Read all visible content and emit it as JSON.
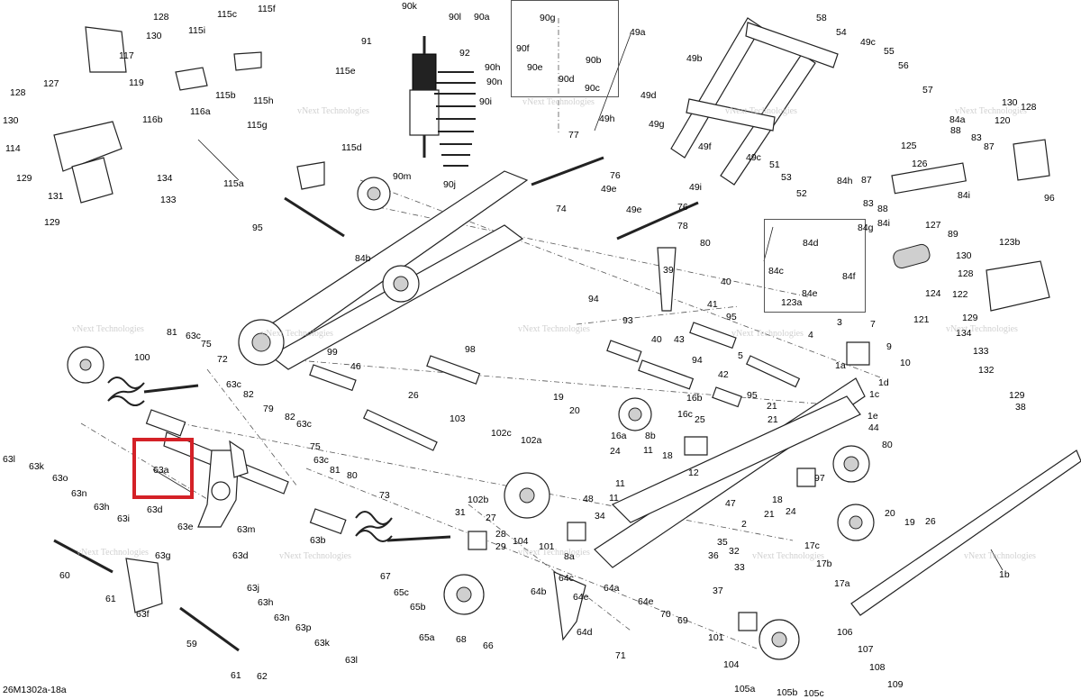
{
  "diagram_code": "26M1302a-18a",
  "watermark": "vNext Technologies",
  "highlight_color": "#d42127",
  "highlighted_part": "63a",
  "labels": [
    "128",
    "130",
    "119",
    "117",
    "116a",
    "116b",
    "115c",
    "115i",
    "115b",
    "115h",
    "115f",
    "115g",
    "115e",
    "115d",
    "115a",
    "127",
    "128",
    "130",
    "114",
    "129",
    "131",
    "134",
    "133",
    "129",
    "91",
    "90k",
    "90l",
    "90a",
    "92",
    "90h",
    "90n",
    "90i",
    "90m",
    "90j",
    "90g",
    "90f",
    "90e",
    "90d",
    "90b",
    "90c",
    "49a",
    "49b",
    "58",
    "54",
    "49c",
    "55",
    "56",
    "57",
    "49h",
    "49g",
    "49d",
    "49f",
    "49c",
    "51",
    "53",
    "52",
    "77",
    "76",
    "49e",
    "49i",
    "74",
    "76",
    "49e",
    "78",
    "80",
    "88",
    "83",
    "87",
    "84a",
    "130",
    "128",
    "120",
    "125",
    "126",
    "84i",
    "87",
    "83",
    "88",
    "84h",
    "89",
    "84i",
    "127",
    "96",
    "95",
    "84b",
    "84g",
    "84d",
    "84c",
    "84f",
    "84e",
    "123a",
    "130",
    "128",
    "123b",
    "124",
    "122",
    "121",
    "129",
    "134",
    "133",
    "132",
    "129",
    "38",
    "39",
    "40",
    "41",
    "40",
    "43",
    "95",
    "94",
    "93",
    "94",
    "42",
    "5",
    "3",
    "7",
    "4",
    "9",
    "10",
    "1a",
    "1d",
    "1c",
    "1e",
    "44",
    "80",
    "81",
    "63c",
    "75",
    "72",
    "100",
    "99",
    "46",
    "98",
    "26",
    "19",
    "20",
    "16b",
    "16c",
    "25",
    "16a",
    "95",
    "21",
    "21",
    "63c",
    "82",
    "79",
    "82",
    "63c",
    "63l",
    "63k",
    "63o",
    "63n",
    "63h",
    "63i",
    "63d",
    "60",
    "61",
    "63g",
    "63f",
    "63e",
    "63m",
    "63d",
    "63j",
    "63h",
    "63n",
    "63p",
    "59",
    "61",
    "62",
    "63k",
    "63l",
    "75",
    "63c",
    "81",
    "80",
    "73",
    "63b",
    "103",
    "102c",
    "102a",
    "102b",
    "31",
    "27",
    "28",
    "29",
    "104",
    "101",
    "8a",
    "8b",
    "11",
    "24",
    "18",
    "12",
    "11",
    "11",
    "34",
    "48",
    "47",
    "2",
    "35",
    "36",
    "32",
    "33",
    "37",
    "97",
    "17c",
    "17b",
    "17a",
    "18",
    "24",
    "21",
    "20",
    "19",
    "26",
    "1b",
    "67",
    "65c",
    "65b",
    "65a",
    "68",
    "66",
    "64c",
    "64b",
    "64e",
    "64a",
    "64d",
    "64e",
    "70",
    "69",
    "71",
    "101",
    "104",
    "106",
    "107",
    "108",
    "109",
    "105a",
    "105b",
    "105c",
    "63a"
  ]
}
